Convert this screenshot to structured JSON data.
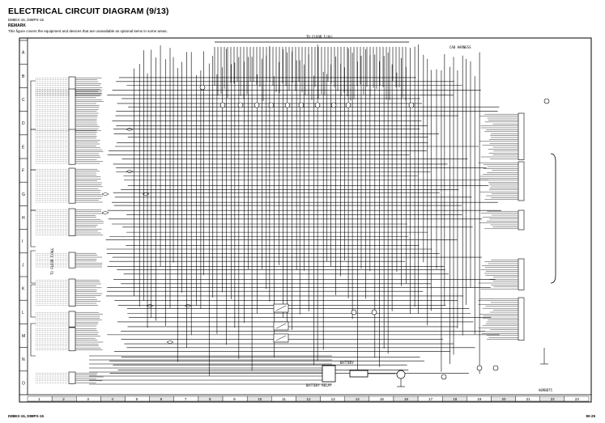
{
  "header": {
    "title": "ELECTRICAL CIRCUIT DIAGRAM (9/13)",
    "models": "D88EX-15, D88PX-15",
    "remark_label": "REMARK",
    "remark_text": "This figure covers the equipment and devices that are unavailable as optional items in some areas."
  },
  "footer": {
    "left": "D88EX-15, D88PX-15",
    "right": "90-29"
  },
  "frame": {
    "row_letters": [
      "A",
      "B",
      "C",
      "D",
      "E",
      "F",
      "G",
      "H",
      "I",
      "J",
      "K",
      "L",
      "M",
      "N",
      "O"
    ],
    "column_numbers": [
      "1",
      "2",
      "3",
      "4",
      "5",
      "6",
      "7",
      "8",
      "9",
      "10",
      "11",
      "12",
      "13",
      "14",
      "15",
      "16",
      "17",
      "18",
      "19",
      "20",
      "21",
      "22",
      "23"
    ]
  },
  "labels": {
    "floor_top": "TO FLOOR F/ALL",
    "cab_harness": "CAB HARNESS",
    "floor_left": "TO FLOOR F/ALL",
    "battery": "BATTERY",
    "battery_relay": "BATTERY RELAY",
    "drawing_no": "A09B875"
  }
}
